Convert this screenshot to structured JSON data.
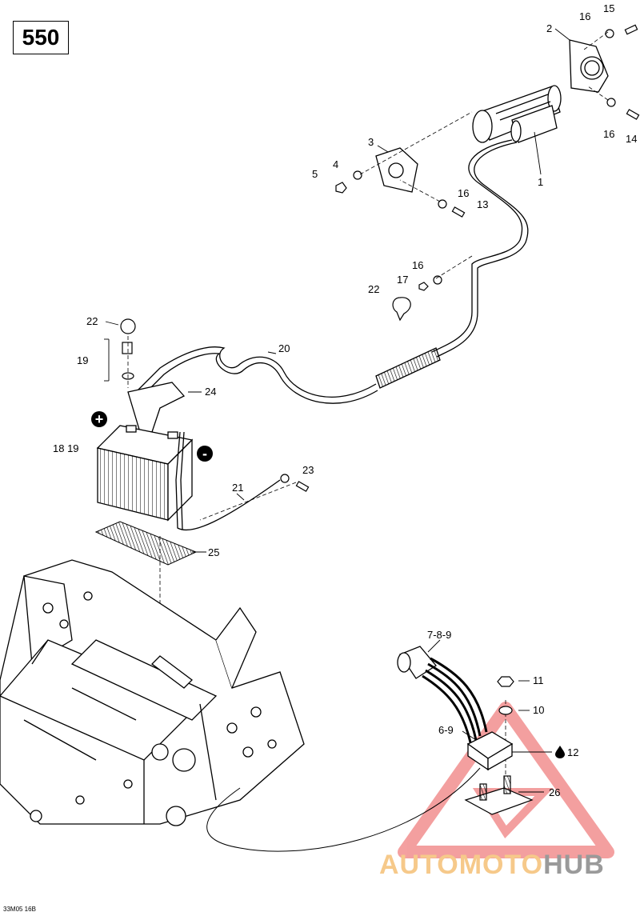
{
  "model": "550",
  "drawing_code": "33M05 16B",
  "watermark": {
    "part1": "AUTO",
    "part2": "MOTO",
    "part3": "HUB",
    "color_main": "#f6c98a",
    "color_hub": "#9a9a9a",
    "triangle_color": "#f08080"
  },
  "callouts": {
    "c1": "1",
    "c2": "2",
    "c3": "3",
    "c4": "4",
    "c5": "5",
    "c13": "13",
    "c14": "14",
    "c15": "15",
    "c16a": "16",
    "c16b": "16",
    "c16c": "16",
    "c16d": "16",
    "c17": "17",
    "c22a": "22",
    "c22b": "22",
    "c19": "19",
    "c20": "20",
    "c21": "21",
    "c23": "23",
    "c24": "24",
    "c25": "25",
    "c1819": "18 19",
    "c789": "7-8-9",
    "c11": "11",
    "c10": "10",
    "c69": "6-9",
    "c12": "12",
    "c26": "26"
  },
  "polarity": {
    "plus": "+",
    "minus": "-"
  }
}
